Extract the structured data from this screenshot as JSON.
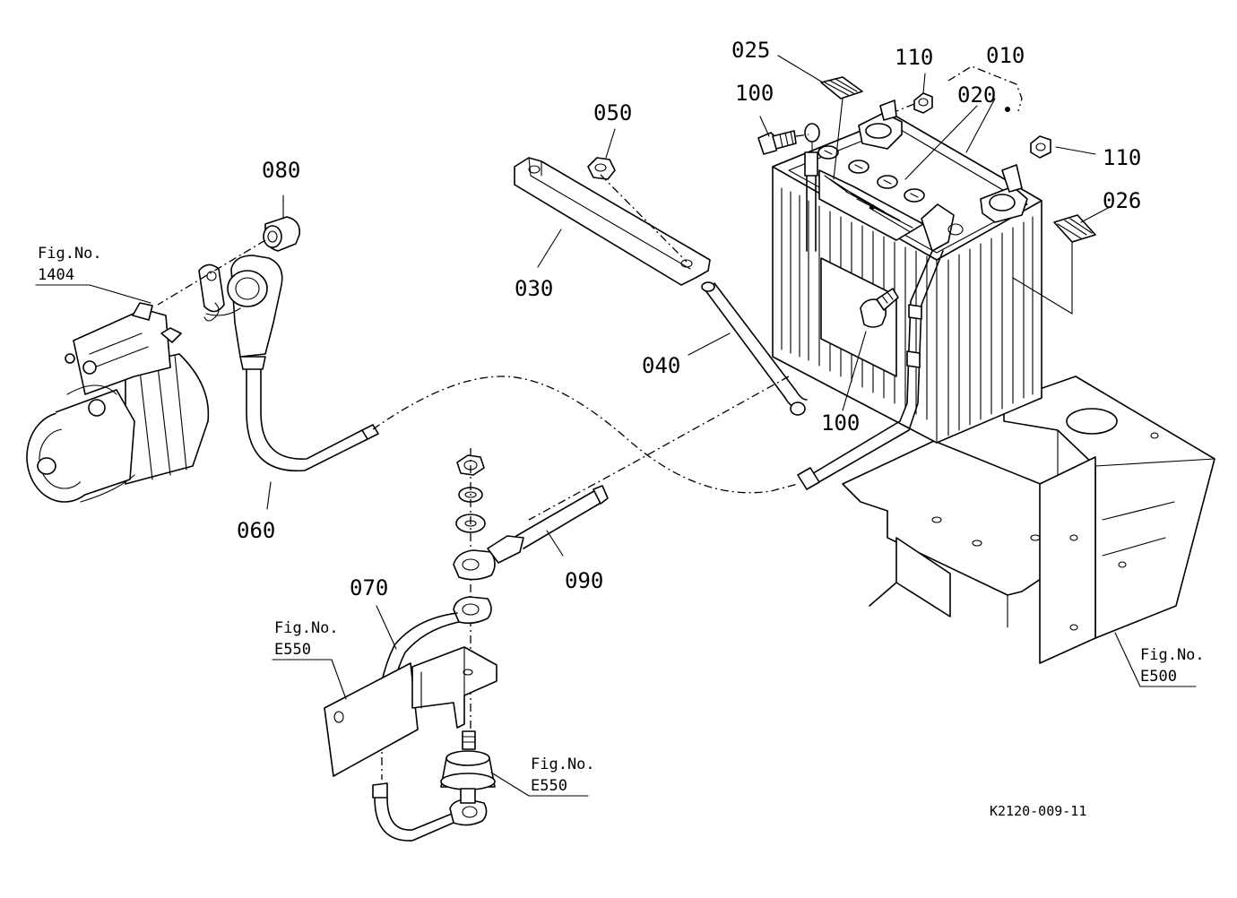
{
  "labels": {
    "p010": "010",
    "p020": "020",
    "p025": "025",
    "p026": "026",
    "p030": "030",
    "p040": "040",
    "p050": "050",
    "p060": "060",
    "p070": "070",
    "p080": "080",
    "p090": "090",
    "p100a": "100",
    "p100b": "100",
    "p110a": "110",
    "p110b": "110"
  },
  "figure_refs": {
    "starter": {
      "line1": "Fig.No.",
      "line2": "1404"
    },
    "bracket_left": {
      "line1": "Fig.No.",
      "line2": "E550"
    },
    "fuse": {
      "line1": "Fig.No.",
      "line2": "E550"
    },
    "battery_stand": {
      "line1": "Fig.No.",
      "line2": "E500"
    }
  },
  "drawing_code": "K2120-009-11"
}
